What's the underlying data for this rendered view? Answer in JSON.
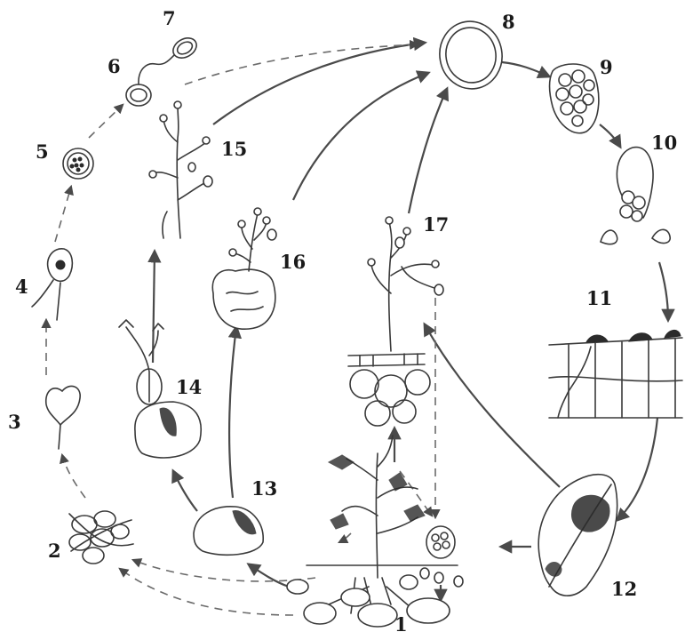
{
  "labels": {
    "n1": "1",
    "n2": "2",
    "n3": "3",
    "n4": "4",
    "n5": "5",
    "n6": "6",
    "n7": "7",
    "n8": "8",
    "n9": "9",
    "n10": "10",
    "n11": "11",
    "n12": "12",
    "n13": "13",
    "n14": "14",
    "n15": "15",
    "n16": "16",
    "n17": "17"
  },
  "colors": {
    "ink": "#3a3a3a",
    "arrow": "#4a4a4a",
    "background": "#ffffff"
  }
}
